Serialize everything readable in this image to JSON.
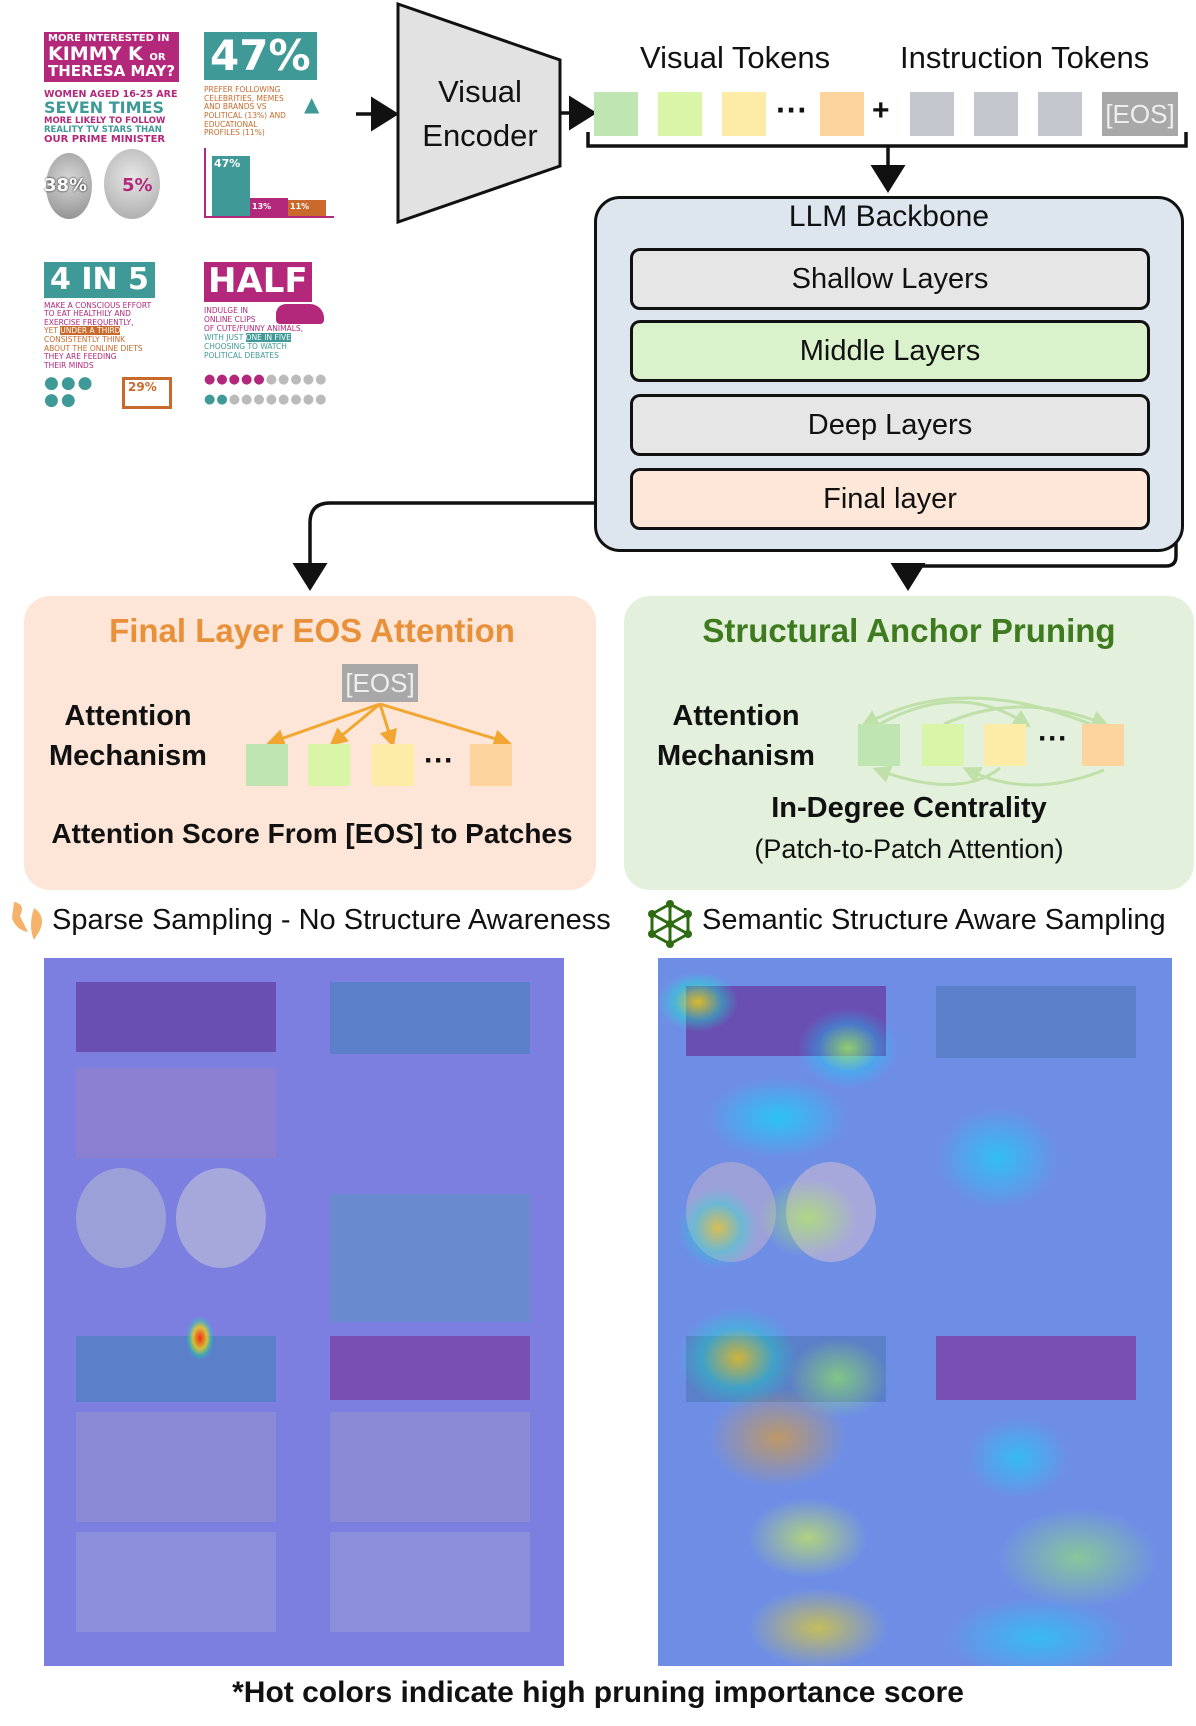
{
  "infographic": {
    "q1": {
      "line1": "MORE INTERESTED IN",
      "line2": "KIMMY K",
      "or": "OR",
      "line3": "THERESA MAY?",
      "sub1": "WOMEN AGED 16-25 ARE",
      "sub2": "SEVEN TIMES",
      "sub3": "MORE LIKELY TO FOLLOW",
      "sub4": "REALITY TV STARS THAN",
      "sub5": "OUR PRIME MINISTER",
      "face1": "38%",
      "face2": "5%"
    },
    "q2": {
      "big": "47%",
      "t1": "PREFER FOLLOWING",
      "t2": "CELEBRITIES, MEMES",
      "t3": "AND BRANDS VS",
      "t4": "POLITICAL (13%) AND",
      "t5": "EDUCATIONAL",
      "t6": "PROFILES (11%)",
      "bars": [
        {
          "label": "47%",
          "value": 47
        },
        {
          "label": "13%",
          "value": 13
        },
        {
          "label": "11%",
          "value": 11
        }
      ]
    },
    "q3": {
      "big": "4 IN 5",
      "t1": "MAKE A CONSCIOUS EFFORT",
      "t2": "TO EAT HEALTHILY AND",
      "t3": "EXERCISE FREQUENTLY,",
      "t4a": "YET",
      "t4b": "UNDER A THIRD",
      "t5": "CONSISTENTLY THINK",
      "t6": "ABOUT THE ONLINE DIETS",
      "t7": "THEY ARE FEEDING",
      "t8": "THEIR MINDS",
      "screen": "29%"
    },
    "q4": {
      "big": "HALF",
      "t1": "INDULGE IN",
      "t2": "ONLINE CLIPS",
      "t3": "OF CUTE/FUNNY ANIMALS,",
      "t4a": "WITH JUST",
      "t4b": "ONE IN FIVE",
      "t5": "CHOOSING TO WATCH",
      "t6": "POLITICAL DEBATES"
    }
  },
  "encoder": {
    "line1": "Visual",
    "line2": "Encoder"
  },
  "tokens": {
    "visual_label": "Visual Tokens",
    "instruction_label": "Instruction Tokens",
    "ellipsis": "···",
    "plus": "+",
    "eos": "[EOS]",
    "visual_colors": [
      "#bfe5b3",
      "#d8f5a8",
      "#fdeca8",
      "#fdd49e"
    ],
    "instruction_color": "#c5c7ce"
  },
  "llm": {
    "title": "LLM Backbone",
    "layers": [
      "Shallow Layers",
      "Middle Layers",
      "Deep Layers",
      "Final layer"
    ],
    "layer_colors": [
      "#e6e6e6",
      "#d9f2cc",
      "#e6e6e6",
      "#fde7d8"
    ]
  },
  "left_panel": {
    "title": "Final Layer EOS Attention",
    "eos": "[EOS]",
    "mech1": "Attention",
    "mech2": "Mechanism",
    "ellipsis": "···",
    "caption": "Attention Score From [EOS] to Patches",
    "bg": "#fde6d8",
    "title_color": "#e8913a"
  },
  "right_panel": {
    "title": "Structural Anchor Pruning",
    "mech1": "Attention",
    "mech2": "Mechanism",
    "ellipsis": "···",
    "caption1": "In-Degree Centrality",
    "caption2": "(Patch-to-Patch Attention)",
    "bg": "#e3f0dc",
    "title_color": "#3e7a1e"
  },
  "sampling": {
    "left": "Sparse Sampling - No Structure Awareness",
    "right": "Semantic Structure Aware Sampling"
  },
  "footnote": "*Hot colors indicate high pruning importance score"
}
